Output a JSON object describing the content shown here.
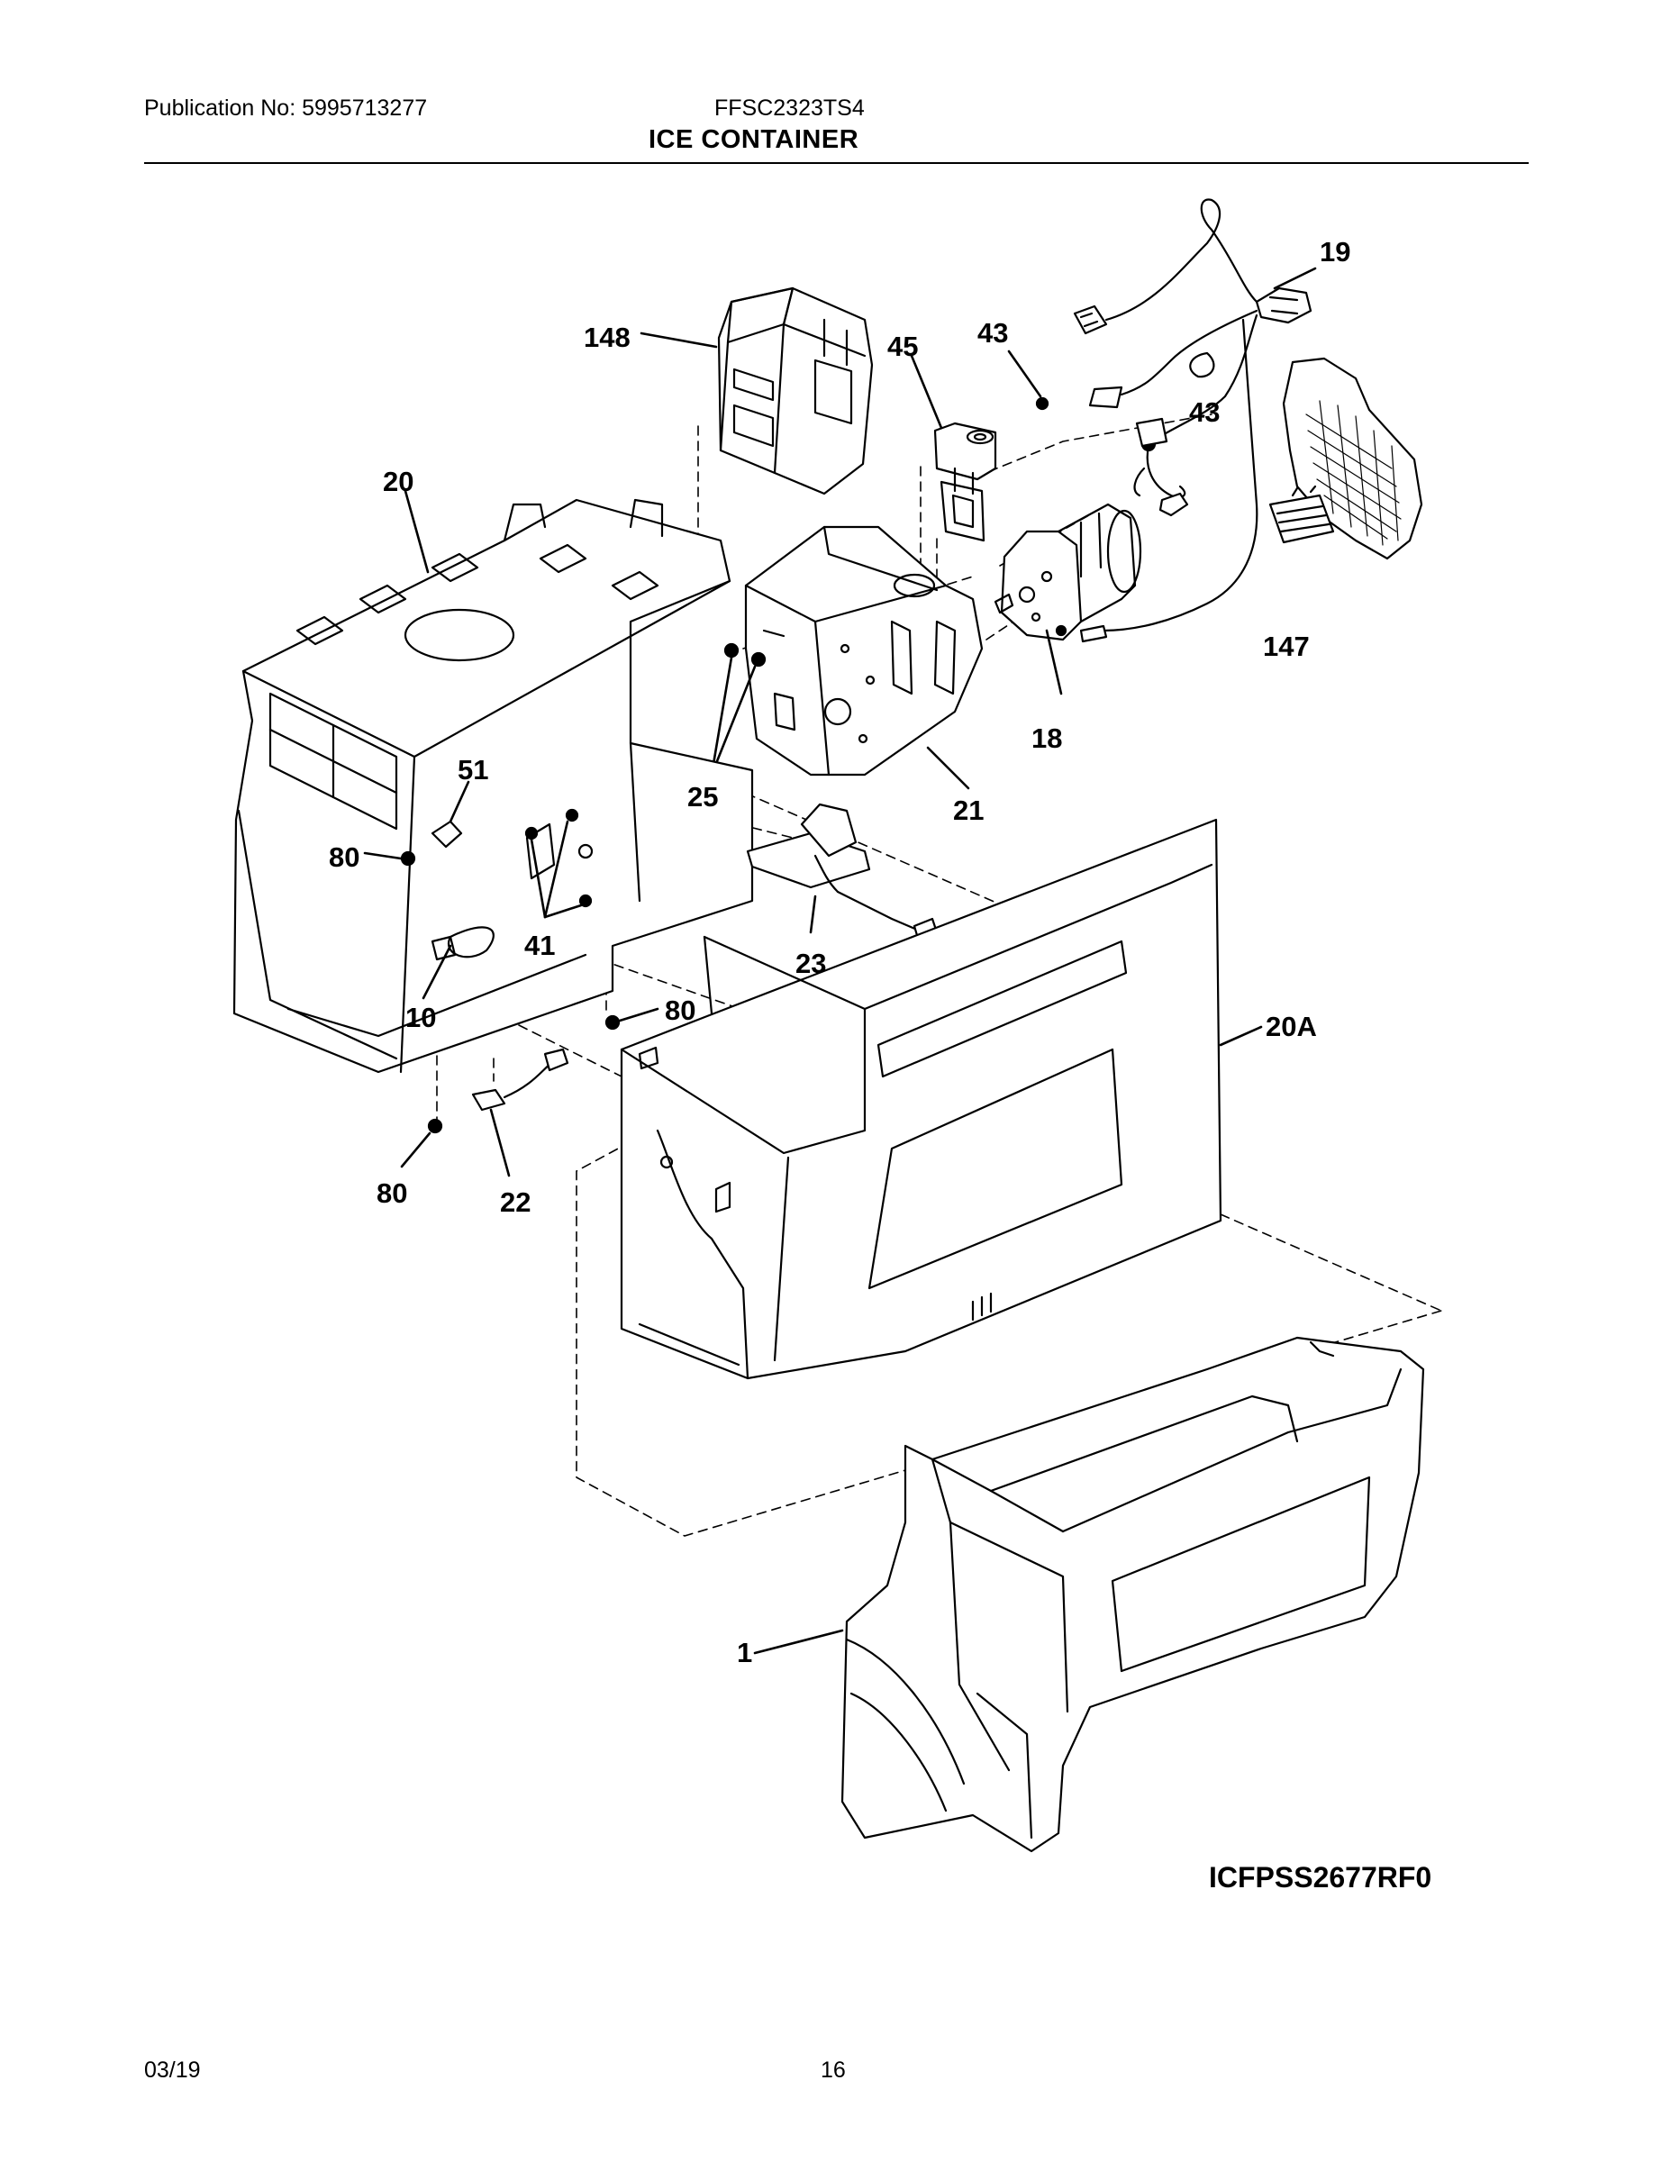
{
  "header": {
    "publication": "Publication No: 5995713277",
    "model": "FFSC2323TS4",
    "title": "ICE CONTAINER"
  },
  "diagram": {
    "code": "ICFPSS2677RF0",
    "parts": [
      {
        "id": "148",
        "label": "148"
      },
      {
        "id": "45",
        "label": "45"
      },
      {
        "id": "43a",
        "label": "43"
      },
      {
        "id": "19",
        "label": "19"
      },
      {
        "id": "43b",
        "label": "43"
      },
      {
        "id": "20",
        "label": "20"
      },
      {
        "id": "147",
        "label": "147"
      },
      {
        "id": "18",
        "label": "18"
      },
      {
        "id": "25",
        "label": "25"
      },
      {
        "id": "21",
        "label": "21"
      },
      {
        "id": "51",
        "label": "51"
      },
      {
        "id": "80a",
        "label": "80"
      },
      {
        "id": "41",
        "label": "41"
      },
      {
        "id": "23",
        "label": "23"
      },
      {
        "id": "10",
        "label": "10"
      },
      {
        "id": "80b",
        "label": "80"
      },
      {
        "id": "20A",
        "label": "20A"
      },
      {
        "id": "80c",
        "label": "80"
      },
      {
        "id": "22",
        "label": "22"
      },
      {
        "id": "1",
        "label": "1"
      }
    ]
  },
  "footer": {
    "date": "03/19",
    "page": "16"
  }
}
